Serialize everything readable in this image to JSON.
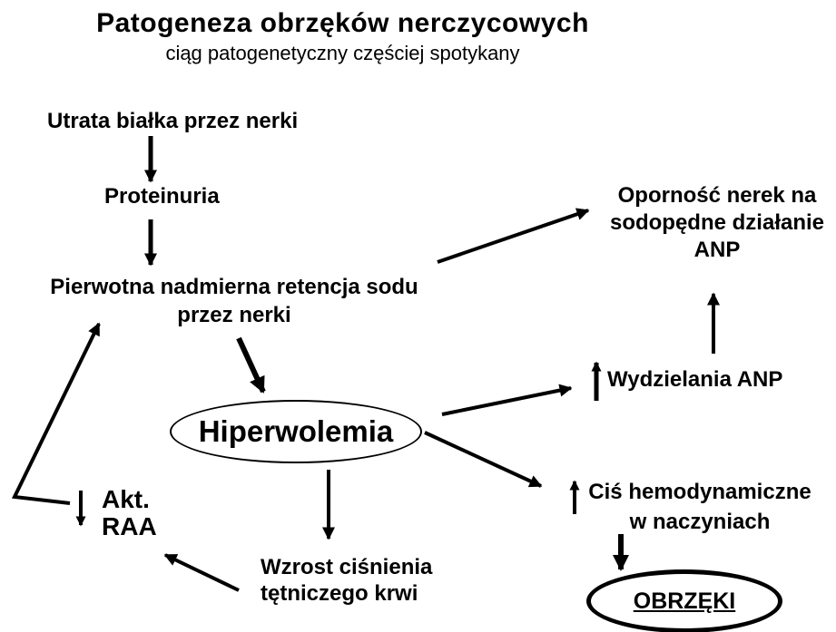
{
  "colors": {
    "ink": "#000000",
    "background": "#ffffff"
  },
  "header": {
    "title": "Patogeneza obrzęków nerczycowych",
    "subtitle": "ciąg patogenetyczny częściej spotykany"
  },
  "icons": {
    "increase_arrow": "↑",
    "decrease_arrow": "↓"
  },
  "nodes": {
    "utrata_bialka": {
      "label": "Utrata białka przez nerki"
    },
    "proteinuria": {
      "label": "Proteinuria"
    },
    "retencja_sodu": {
      "label": "Pierwotna nadmierna retencja sodu\nprzez nerki"
    },
    "opornosc_anp": {
      "label": "Oporność nerek na\nsodopędne działanie\nANP"
    },
    "wydzielanie_anp": {
      "label": "Wydzielania ANP",
      "modifier": "increase"
    },
    "hiperwolemia": {
      "label": "Hiperwolemia",
      "shape": "ellipse"
    },
    "cis_hemodynamiczne": {
      "label": "Ciś hemodynamiczne\nw naczyniach",
      "modifier": "increase"
    },
    "akt_raa": {
      "label": "Akt.\nRAA",
      "modifier": "decrease"
    },
    "wzrost_cisnienia": {
      "label": "Wzrost ciśnienia\ntętniczego krwi"
    },
    "obrzeki": {
      "label": "OBRZĘKI",
      "shape": "ellipse-bold",
      "underline": true
    }
  },
  "edges": [
    {
      "from": "utrata_bialka",
      "to": "proteinuria",
      "style": "normal"
    },
    {
      "from": "proteinuria",
      "to": "retencja_sodu",
      "style": "normal"
    },
    {
      "from": "retencja_sodu",
      "to": "hiperwolemia",
      "style": "thick"
    },
    {
      "from": "retencja_sodu",
      "to": "opornosc_anp",
      "style": "normal"
    },
    {
      "from": "hiperwolemia",
      "to": "wydzielanie_anp",
      "style": "normal"
    },
    {
      "from": "hiperwolemia",
      "to": "cis_hemodynamiczne",
      "style": "normal"
    },
    {
      "from": "hiperwolemia",
      "to": "wzrost_cisnienia",
      "style": "normal"
    },
    {
      "from": "wydzielanie_anp",
      "to": "opornosc_anp",
      "style": "normal"
    },
    {
      "from": "cis_hemodynamiczne",
      "to": "obrzeki",
      "style": "thick"
    },
    {
      "from": "wzrost_cisnienia",
      "to": "akt_raa",
      "style": "normal"
    },
    {
      "from": "akt_raa",
      "to": "retencja_sodu",
      "style": "bent"
    }
  ]
}
